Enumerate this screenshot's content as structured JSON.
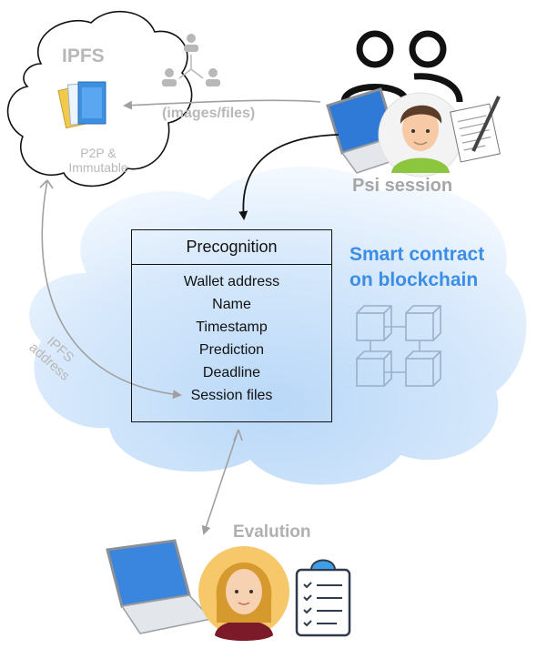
{
  "ipfs": {
    "title": "IPFS",
    "subtitle": "P2P &\nImmutable",
    "link_label": "(images/files)",
    "address_label": "IPFS\naddress"
  },
  "psi_session": {
    "label": "Psi session"
  },
  "smart_contract": {
    "label": "Smart contract\non blockchain",
    "color": "#3b8de6"
  },
  "precognition": {
    "title": "Precognition",
    "fields": [
      "Wallet address",
      "Name",
      "Timestamp",
      "Prediction",
      "Deadline",
      "Session files"
    ]
  },
  "evaluation": {
    "label": "Evalution"
  },
  "icons": [
    "cloud-icon",
    "network-nodes-icon",
    "files-icon",
    "users-group-icon",
    "laptop-icon",
    "male-avatar-icon",
    "notepad-icon",
    "blockchain-blocks-icon",
    "female-avatar-icon",
    "clipboard-checklist-icon"
  ]
}
